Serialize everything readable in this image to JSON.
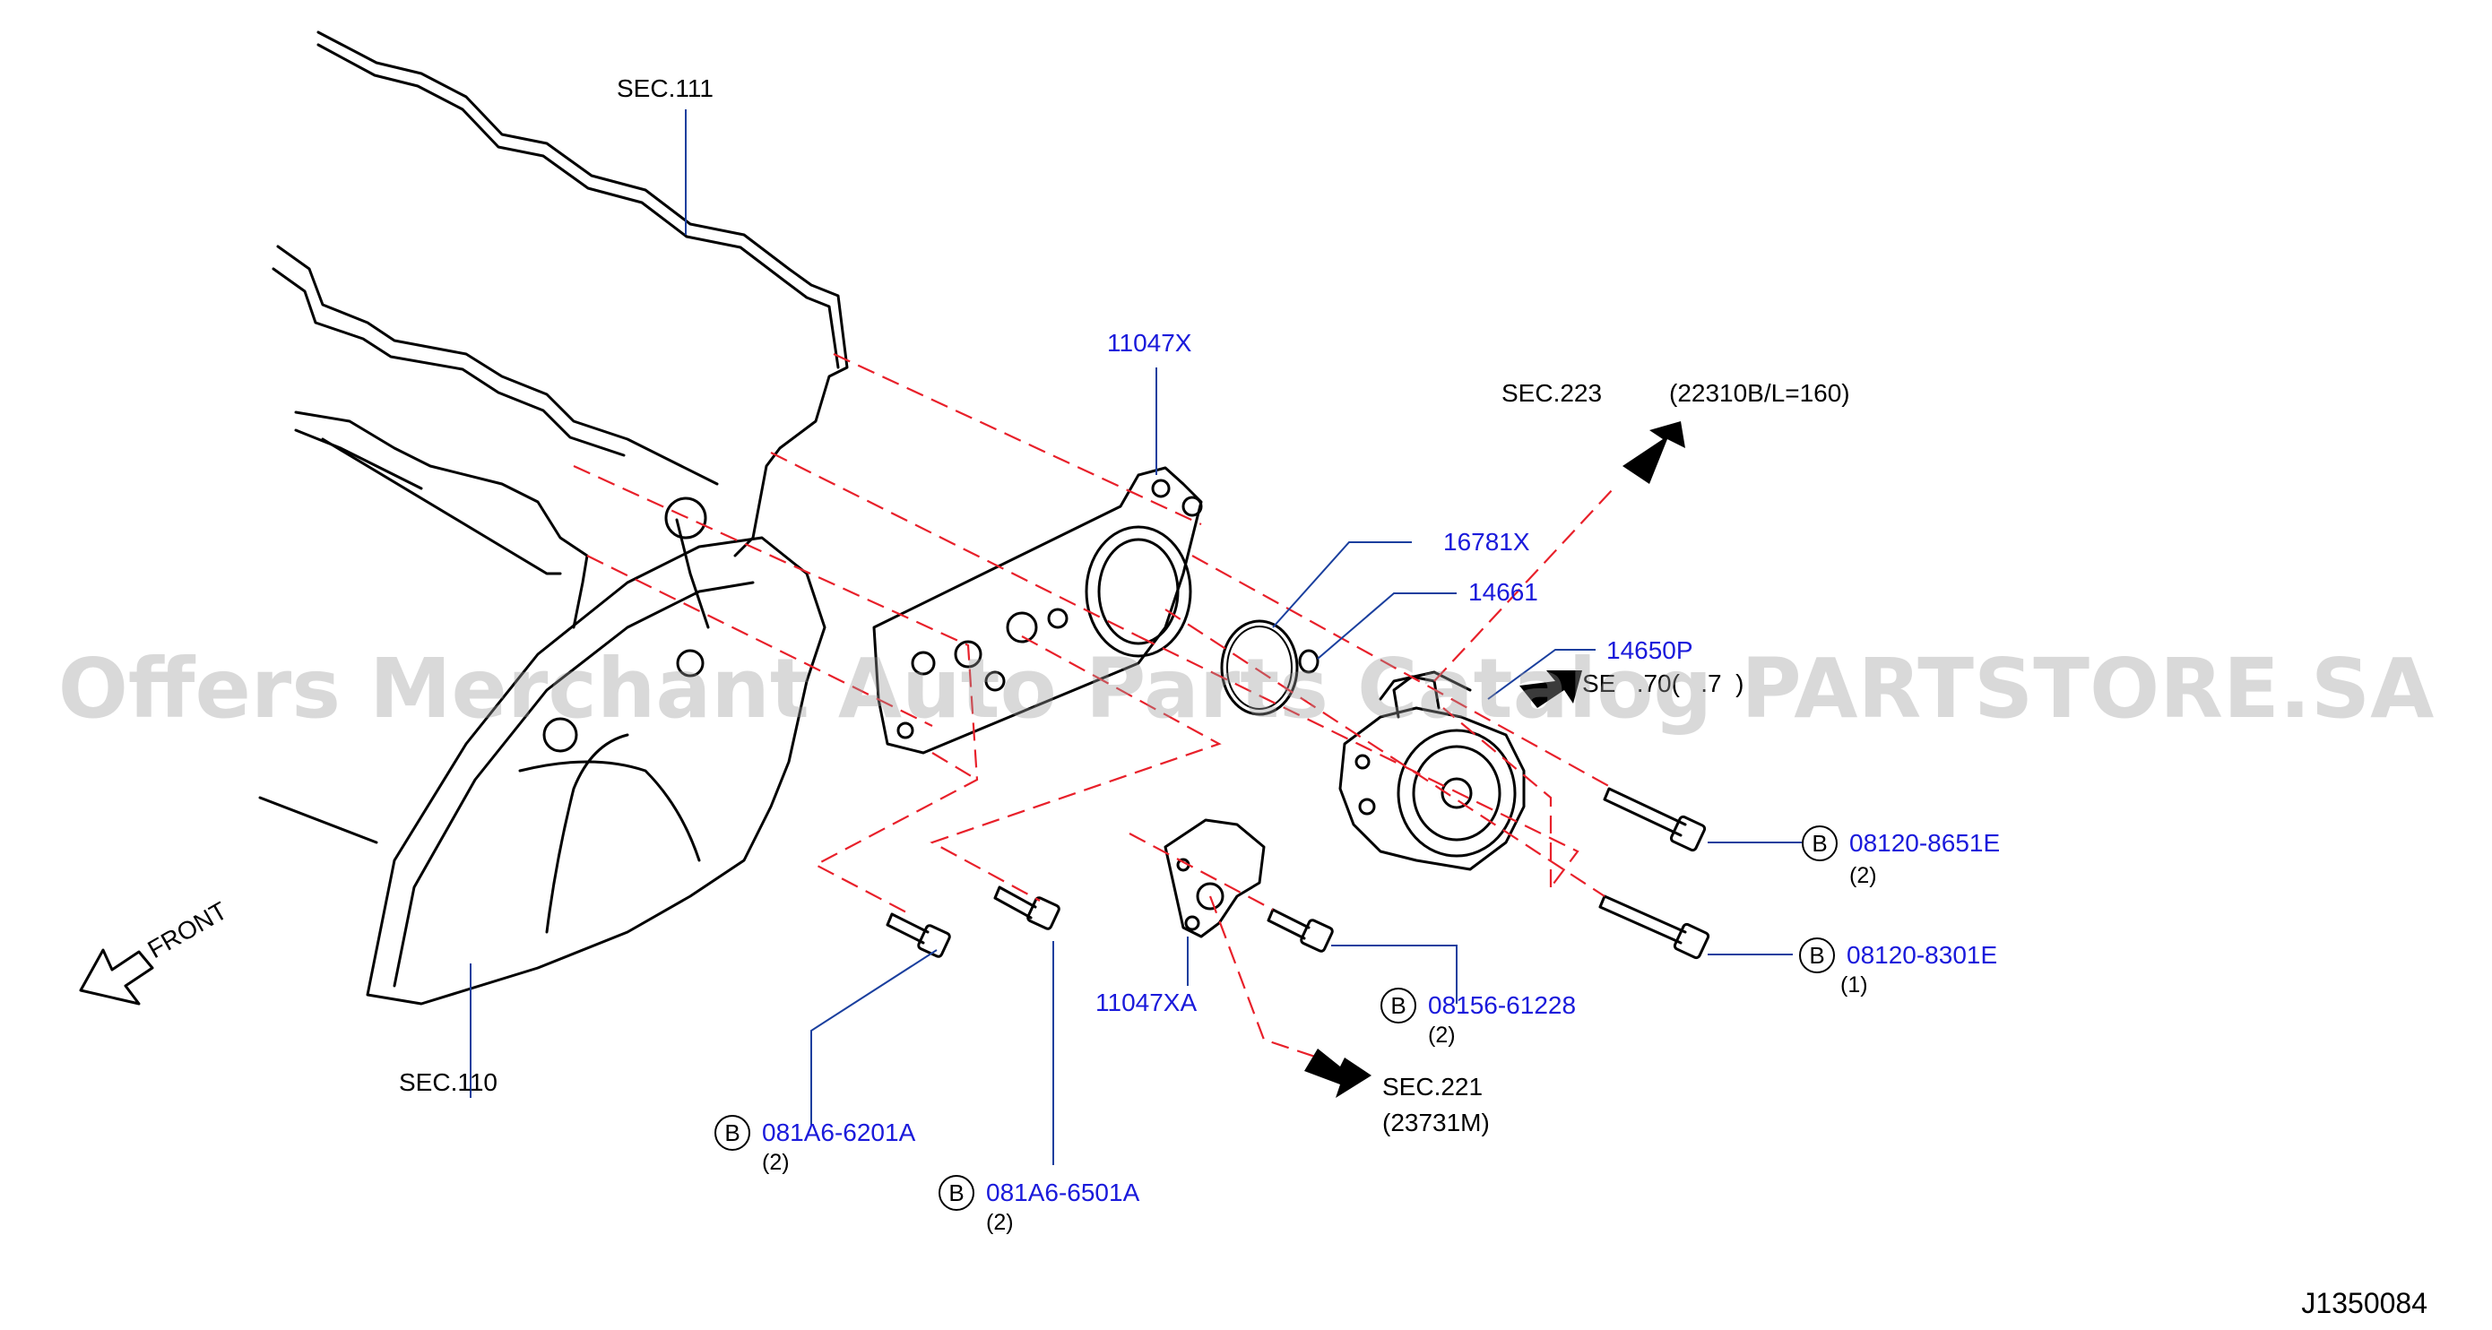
{
  "diagram_code": "J1350084",
  "watermark": "Offers Merchant Auto Parts Catalog PARTSTORE.SA",
  "front_label": "FRONT",
  "sections": {
    "sec111": "SEC.111",
    "sec110": "SEC.110",
    "sec223": "SEC.223",
    "sec223_ref": "(22310B/L=160)",
    "sec221": "SEC.221",
    "sec221_ref": "(23731M)",
    "sec_partial": "SE   .70(   .7  )"
  },
  "parts": {
    "p11047X": "11047X",
    "p16781X": "16781X",
    "p14661": "14661",
    "p14650P": "14650P",
    "p11047XA": "11047XA"
  },
  "bolts": [
    {
      "badge": "B",
      "code": "08120-8651E",
      "qty": "(2)"
    },
    {
      "badge": "B",
      "code": "08120-8301E",
      "qty": "(1)"
    },
    {
      "badge": "B",
      "code": "08156-61228",
      "qty": "(2)"
    },
    {
      "badge": "B",
      "code": "081A6-6201A",
      "qty": "(2)"
    },
    {
      "badge": "B",
      "code": "081A6-6501A",
      "qty": "(2)"
    }
  ],
  "colors": {
    "part_number": "#1a1adb",
    "dash": "#e8202a",
    "leader": "#1a3f9e"
  }
}
